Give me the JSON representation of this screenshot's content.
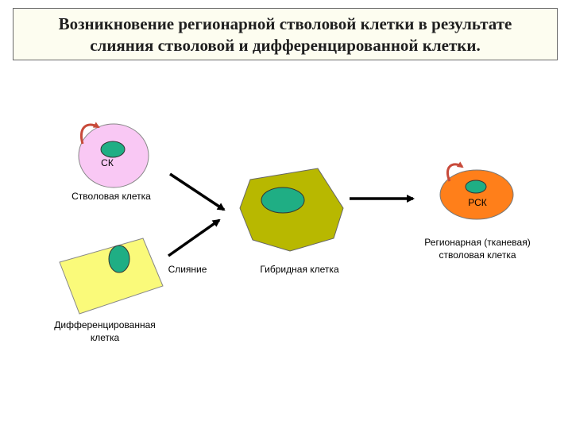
{
  "title": {
    "line1": "Возникновение регионарной стволовой клетки в результате",
    "line2": "слияния стволовой и дифференцированной клетки."
  },
  "labels": {
    "sk": "СК",
    "stem_cell": "Стволовая клетка",
    "rsk": "РСК",
    "regional_line1": "Регионарная (тканевая)",
    "regional_line2": "стволовая   клетка",
    "fusion": "Слияние",
    "hybrid": "Гибридная клетка",
    "diff_line1": "Дифференцированная",
    "diff_line2": "клетка"
  },
  "colors": {
    "stem_cell": "#f9c8f4",
    "nucleus": "#1fae84",
    "hybrid_cell": "#b8b800",
    "regional_cell": "#ff7f1a",
    "diff_cell": "#fafa7a",
    "self_renewal_arrow": "#c84a3a"
  },
  "icons": {
    "self_renewal": "curved-arrow-icon",
    "flow": "arrow-right-icon"
  }
}
